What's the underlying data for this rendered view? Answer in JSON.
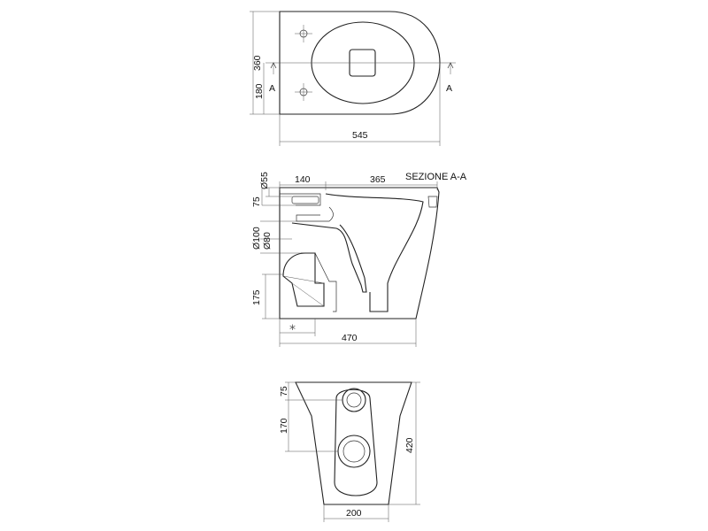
{
  "top_view": {
    "width_label": "545",
    "depth_label": "360",
    "half_depth_label": "180",
    "section_mark_left": "A",
    "section_mark_right": "A"
  },
  "section_view": {
    "title": "SEZIONE A-A",
    "dim_140": "140",
    "dim_365": "365",
    "dim_d55": "Ø55",
    "dim_75": "75",
    "dim_d100": "Ø100",
    "dim_d80": "Ø80",
    "dim_175": "175",
    "dim_470": "470",
    "asterisk": "*"
  },
  "rear_view": {
    "dim_75": "75",
    "dim_170": "170",
    "dim_420": "420",
    "dim_200": "200"
  }
}
